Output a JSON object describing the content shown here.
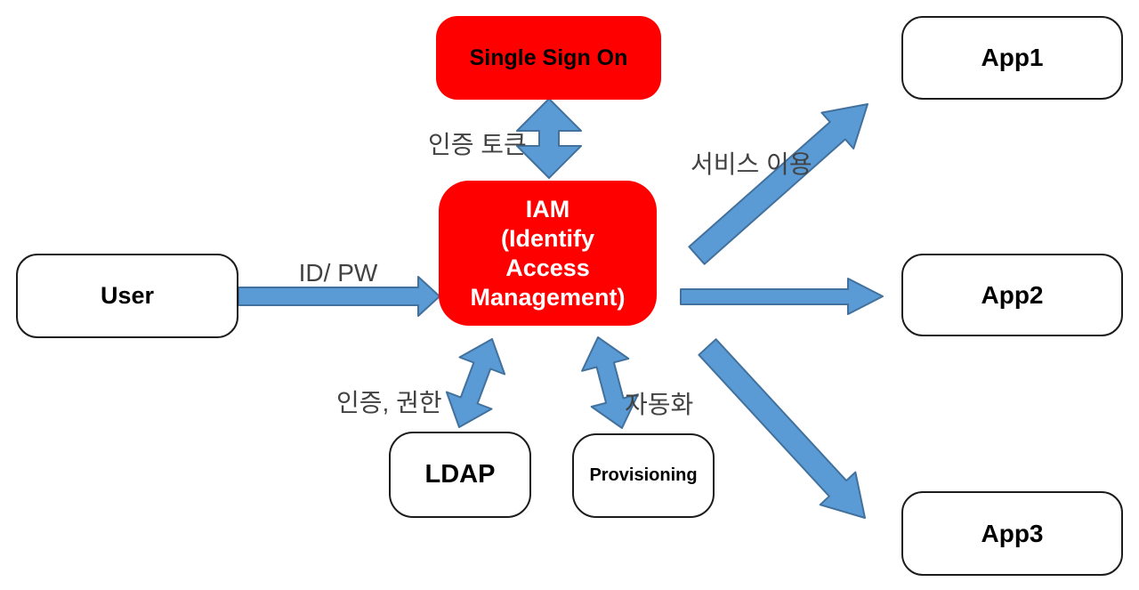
{
  "colors": {
    "node_red": "#fe0000",
    "node_white": "#ffffff",
    "node_border": "#1c1c1c",
    "arrow_fill": "#5b9bd5",
    "arrow_stroke": "#41719c",
    "label_text": "#424242"
  },
  "nodes": {
    "sso": "Single Sign On",
    "iam": "IAM\n(Identify\nAccess\nManagement)",
    "user": "User",
    "app1": "App1",
    "app2": "App2",
    "app3": "App3",
    "ldap": "LDAP",
    "provisioning": "Provisioning"
  },
  "edges": {
    "auth_token": "인증 토큰",
    "id_pw": "ID/ PW",
    "service_use": "서비스 이용",
    "auth_authz": "인증, 권한",
    "automation": "자동화"
  }
}
